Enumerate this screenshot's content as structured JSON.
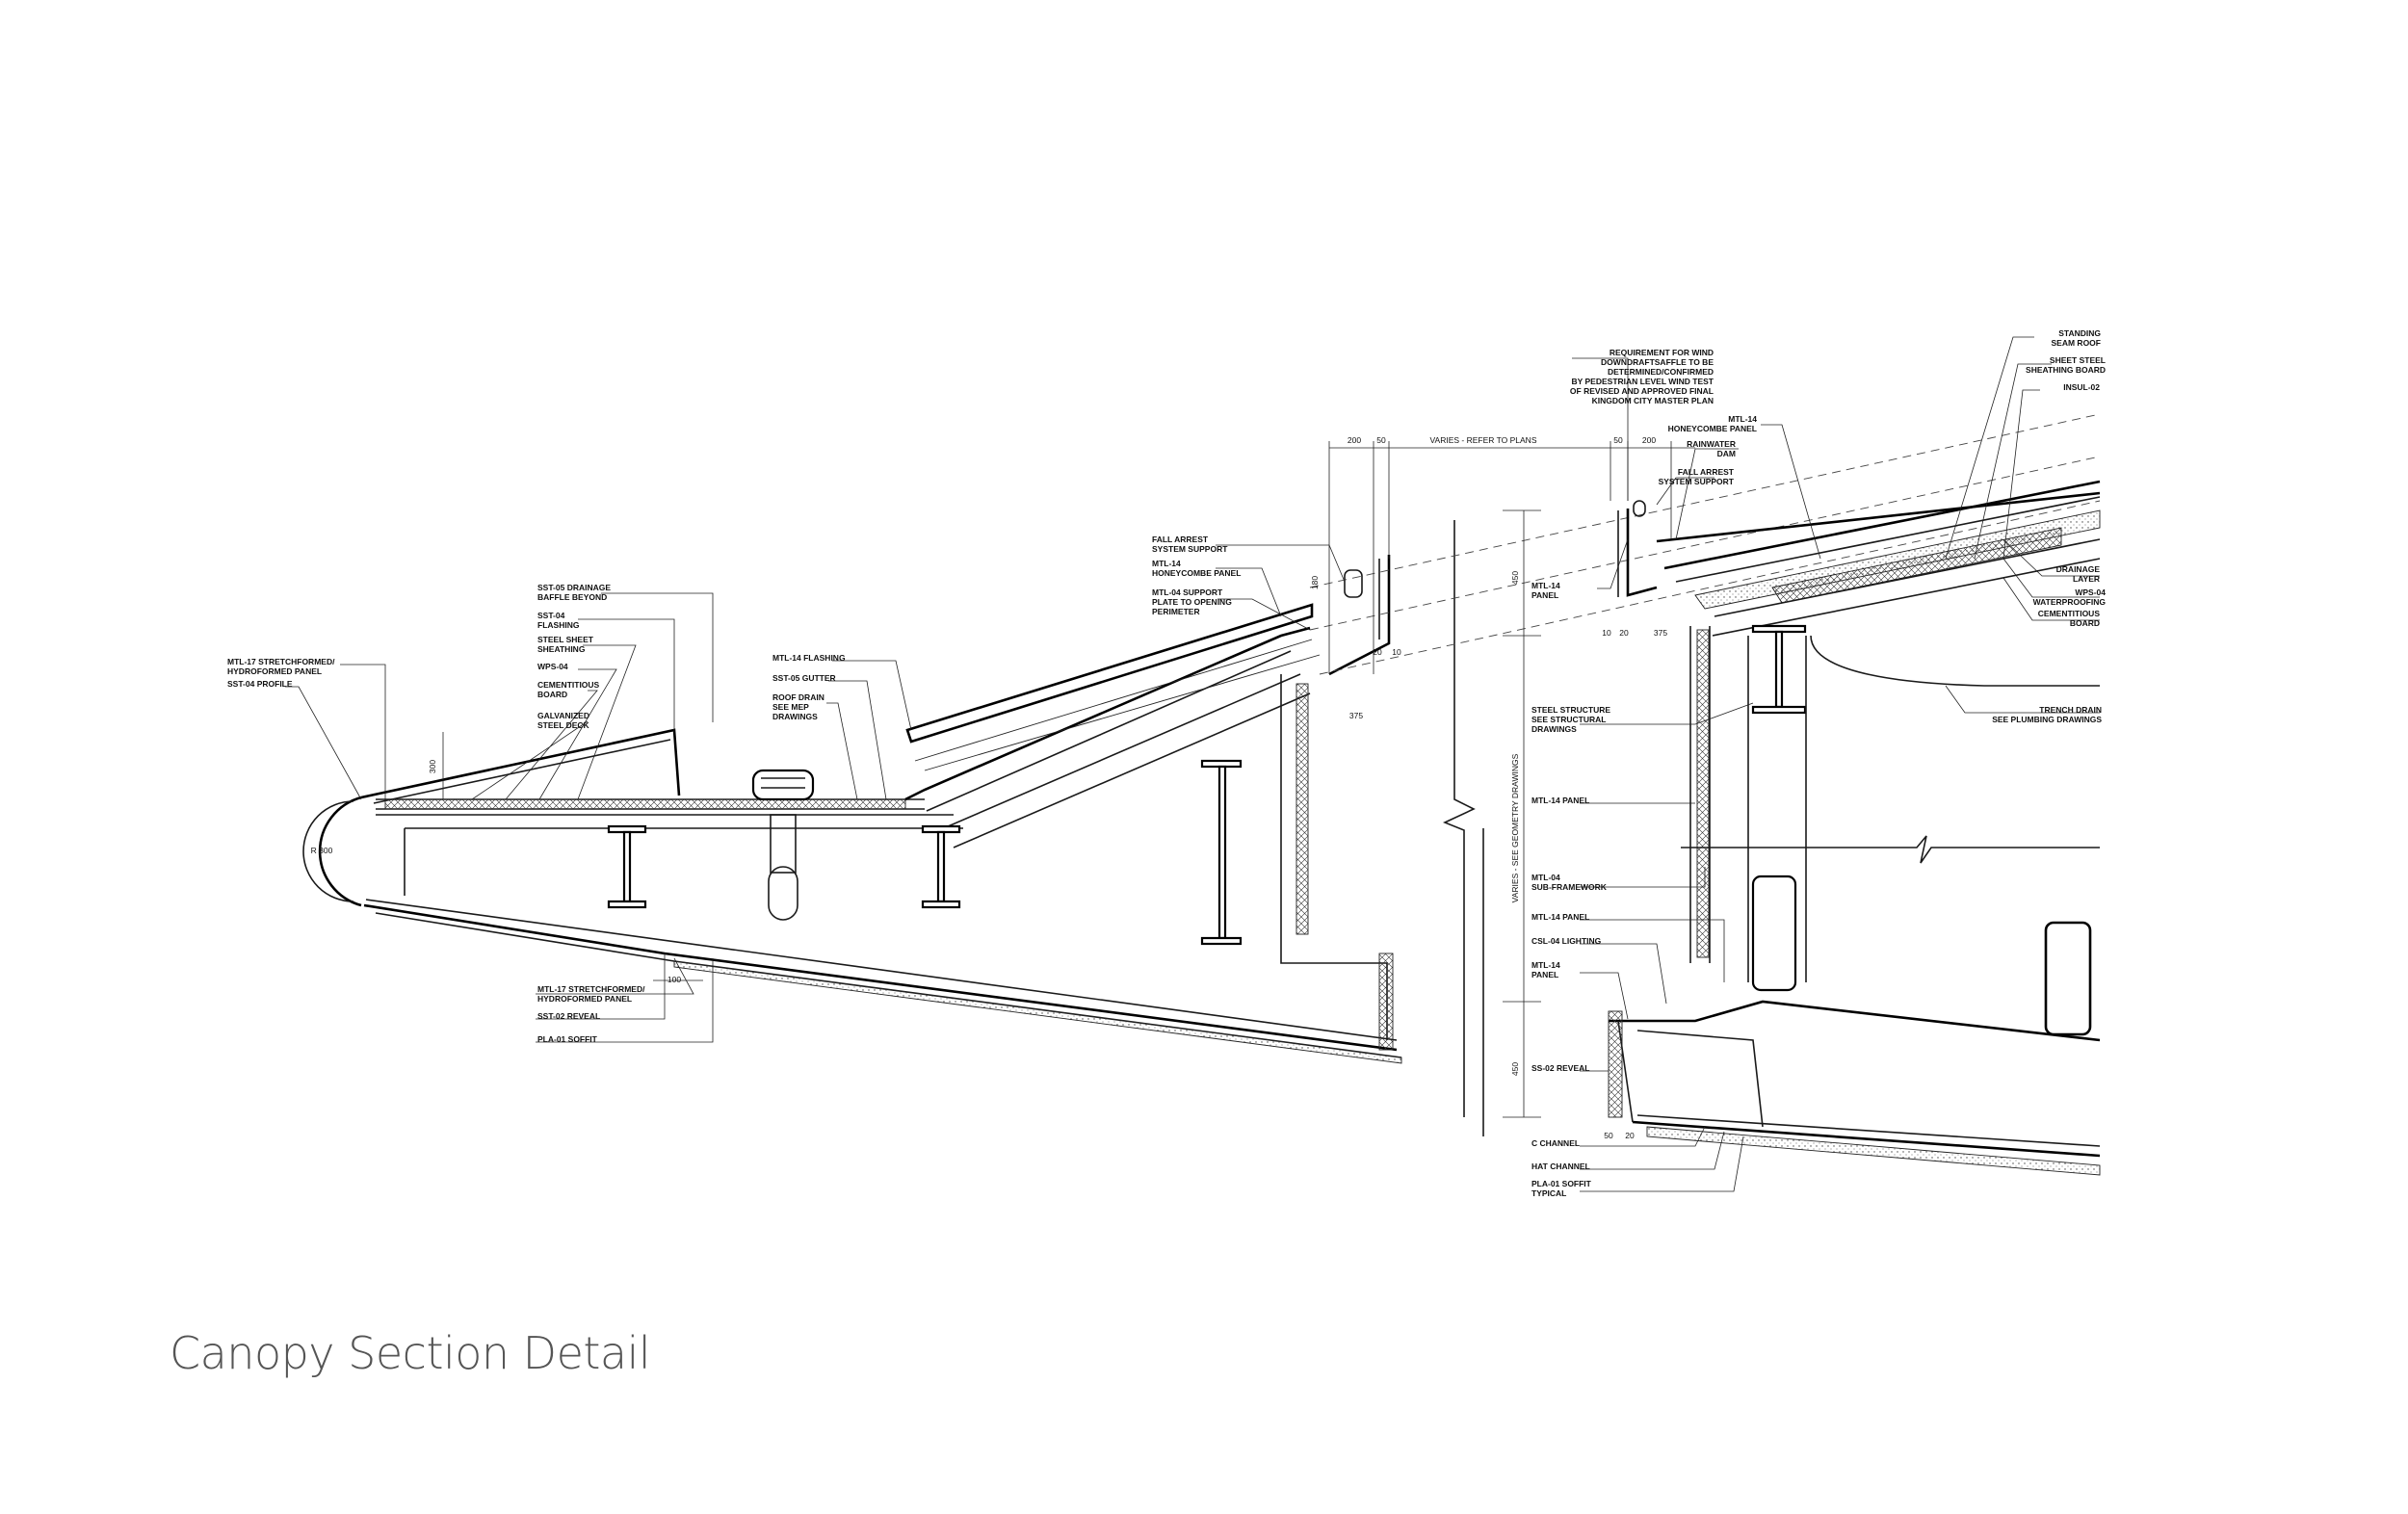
{
  "title": "Canopy Section Detail",
  "left_labels": {
    "mtl17_top": [
      "MTL-17 STRETCHFORMED/",
      "HYDROFORMED PANEL"
    ],
    "sst04_profile": [
      "SST-04 PROFILE"
    ],
    "sst05_baffle": [
      "SST-05 DRAINAGE",
      "BAFFLE BEYOND"
    ],
    "sst04_flashing": [
      "SST-04",
      "FLASHING"
    ],
    "steel_sheathing": [
      "STEEL SHEET",
      "SHEATHING"
    ],
    "wps04": [
      "WPS-04"
    ],
    "cementitious": [
      "CEMENTITIOUS",
      "BOARD"
    ],
    "galv_deck": [
      "GALVANIZED",
      "STEEL DECK"
    ],
    "mtl14_flashing": [
      "MTL-14 FLASHING"
    ],
    "sst05_gutter": [
      "SST-05 GUTTER"
    ],
    "roof_drain": [
      "ROOF DRAIN",
      "SEE MEP",
      "DRAWINGS"
    ],
    "fall_arrest": [
      "FALL  ARREST",
      "SYSTEM SUPPORT"
    ],
    "mtl14_honeycomb": [
      "MTL-14",
      "HONEYCOMBE PANEL"
    ],
    "mtl04_plate": [
      "MTL-04 SUPPORT",
      "PLATE TO OPENING",
      "PERIMETER"
    ],
    "mtl17_bottom": [
      "MTL-17 STRETCHFORMED/",
      "HYDROFORMED PANEL"
    ],
    "sst02_reveal": [
      "SST-02 REVEAL"
    ],
    "pla01_soffit": [
      "PLA-01 SOFFIT"
    ]
  },
  "right_labels": {
    "wind_req": [
      "REQUIREMENT FOR WIND",
      "DOWNDRAFTSAFFLE TO BE",
      "DETERMINED/CONFIRMED",
      "BY PEDESTRIAN LEVEL WIND TEST",
      "OF REVISED AND APPROVED FINAL",
      "KINGDOM CITY MASTER PLAN"
    ],
    "standing_seam": [
      "STANDING",
      "SEAM ROOF"
    ],
    "sheet_steel": [
      "SHEET STEEL",
      "SHEATHING BOARD"
    ],
    "insul02": [
      "INSUL-02"
    ],
    "mtl14_honeycomb": [
      "MTL-14",
      "HONEYCOMBE PANEL"
    ],
    "rainwater_dam": [
      "RAINWATER",
      "DAM"
    ],
    "fall_arrest": [
      "FALL  ARREST",
      "SYSTEM SUPPORT"
    ],
    "mtl14_panel_a": [
      "MTL-14",
      "PANEL"
    ],
    "drainage_layer": [
      "DRAINAGE",
      "LAYER"
    ],
    "wps04_waterproofing": [
      "WPS-04",
      "WATERPROOFING"
    ],
    "cementitious_board": [
      "CEMENTITIOUS",
      "BOARD"
    ],
    "trench_drain": [
      "TRENCH DRAIN",
      "SEE PLUMBING DRAWINGS"
    ],
    "steel_structure": [
      "STEEL STRUCTURE",
      "SEE STRUCTURAL",
      "DRAWINGS"
    ],
    "mtl14_panel_b": [
      "MTL-14 PANEL"
    ],
    "mtl04_subframe": [
      "MTL-04",
      "SUB-FRAMEWORK"
    ],
    "mtl14_panel_c": [
      "MTL-14 PANEL"
    ],
    "csl04_lighting": [
      "CSL-04 LIGHTING"
    ],
    "mtl14_panel_d": [
      "MTL-14",
      "PANEL"
    ],
    "ss02_reveal": [
      "SS-02 REVEAL"
    ],
    "c_channel": [
      "C CHANNEL"
    ],
    "hat_channel": [
      "HAT CHANNEL"
    ],
    "pla01_soffit": [
      "PLA-01 SOFFIT",
      "TYPICAL"
    ]
  },
  "dimensions": {
    "d200_left": "200",
    "d50_left": "50",
    "varies_plans": "VARIES - REFER TO PLANS",
    "d50_right": "50",
    "d200_right": "200",
    "d180": "180",
    "d20_a": "20",
    "d10_a": "10",
    "d375_left": "375",
    "d300": "300",
    "r300": "R 300",
    "d100": "100",
    "d450_top": "450",
    "d450_bottom": "450",
    "varies_geometry": "VARIES - SEE GEOMETRY DRAWINGS",
    "d10_b": "10",
    "d20_b": "20",
    "d375_right": "375",
    "d50_bottom": "50",
    "d20_bottom": "20"
  }
}
